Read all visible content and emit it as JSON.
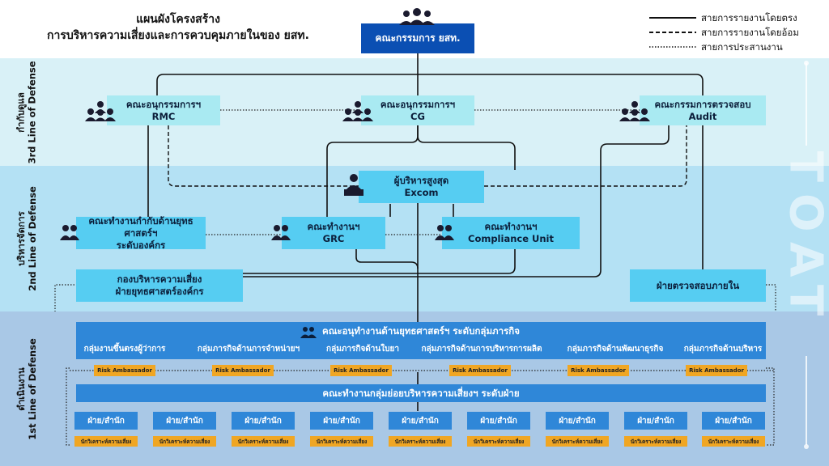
{
  "title": {
    "line1": "แผนผังโครงสร้าง",
    "line2": "การบริหารความเสี่ยงและการควบคุมภายในของ ยสท."
  },
  "legend": {
    "solid": "สายการรายงานโดยตรง",
    "dashed": "สายการรายงานโดยอ้อม",
    "dotted": "สายการประสานงาน"
  },
  "watermark": "TOAT",
  "lines_of_defense": {
    "third": {
      "line1": "กำกับดูแล",
      "line2": "3rd Line of Defense"
    },
    "second": {
      "line1": "บริหารจัดการ",
      "line2": "2nd Line of Defense"
    },
    "first": {
      "line1": "ดำเนินงาน",
      "line2": "1st Line of Defense"
    }
  },
  "board": {
    "label": "คณะกรรมการ ยสท."
  },
  "committees": {
    "rmc": {
      "line1": "คณะอนุกรรมการฯ",
      "line2": "RMC"
    },
    "cg": {
      "line1": "คณะอนุกรรมการฯ",
      "line2": "CG"
    },
    "audit": {
      "line1": "คณะกรรมการตรวจสอบ",
      "line2": "Audit"
    }
  },
  "excom": {
    "line1": "ผู้บริหารสูงสุด",
    "line2": "Excom"
  },
  "working_groups": {
    "strategy": {
      "line1": "คณะทำงานกำกับด้านยุทธศาสตร์ฯ",
      "line2": "ระดับองค์กร"
    },
    "grc": {
      "line1": "คณะทำงานฯ",
      "line2": "GRC"
    },
    "compliance": {
      "line1": "คณะทำงานฯ",
      "line2": "Compliance Unit"
    }
  },
  "risk_division": {
    "line1": "กองบริหารความเสี่ยง",
    "line2": "ฝ่ายยุทธศาสตร์องค์กร"
  },
  "internal_audit": {
    "label": "ฝ่ายตรวจสอบภายใน"
  },
  "business_subcommittee": {
    "title": "คณะอนุทำงานด้านยุทธศาสตร์ฯ ระดับกลุ่มภารกิจ",
    "groups": [
      "กลุ่มงานขึ้นตรงผู้ว่าการ",
      "กลุ่มภารกิจด้านการจำหน่ายฯ",
      "กลุ่มภารกิจด้านใบยา",
      "กลุ่มภารกิจด้านการบริหารการผลิต",
      "กลุ่มภารกิจด้านพัฒนาธุรกิจ",
      "กลุ่มภารกิจด้านบริหาร"
    ]
  },
  "risk_ambassadors": [
    "Risk Ambassador",
    "Risk Ambassador",
    "Risk Ambassador",
    "Risk Ambassador",
    "Risk Ambassador",
    "Risk Ambassador"
  ],
  "division_working_group": {
    "label": "คณะทำงานกลุ่มย่อยบริหารความเสี่ยงฯ ระดับฝ่าย"
  },
  "divisions": [
    "ฝ่าย/สำนัก",
    "ฝ่าย/สำนัก",
    "ฝ่าย/สำนัก",
    "ฝ่าย/สำนัก",
    "ฝ่าย/สำนัก",
    "ฝ่าย/สำนัก",
    "ฝ่าย/สำนัก",
    "ฝ่าย/สำนัก",
    "ฝ่าย/สำนัก"
  ],
  "risk_analysts": [
    "นักวิเคราะห์ความเสี่ยง",
    "นักวิเคราะห์ความเสี่ยง",
    "นักวิเคราะห์ความเสี่ยง",
    "นักวิเคราะห์ความเสี่ยง",
    "นักวิเคราะห์ความเสี่ยง",
    "นักวิเคราะห์ความเสี่ยง",
    "นักวิเคราะห์ความเสี่ยง",
    "นักวิเคราะห์ความเสี่ยง",
    "นักวิเคราะห์ความเสี่ยง"
  ],
  "colors": {
    "band_third": "#d9f1f7",
    "band_second": "#b4e1f4",
    "band_first": "#a9c8e6",
    "committee_box": "#a9eaf2",
    "working_box": "#56cdf2",
    "operational_box": "#2f87d8",
    "board_box": "#0b4fb3",
    "ambassador": "#f0a623"
  },
  "icons": [
    "people-group-icon",
    "committee-icon",
    "executive-icon",
    "team-icon"
  ]
}
